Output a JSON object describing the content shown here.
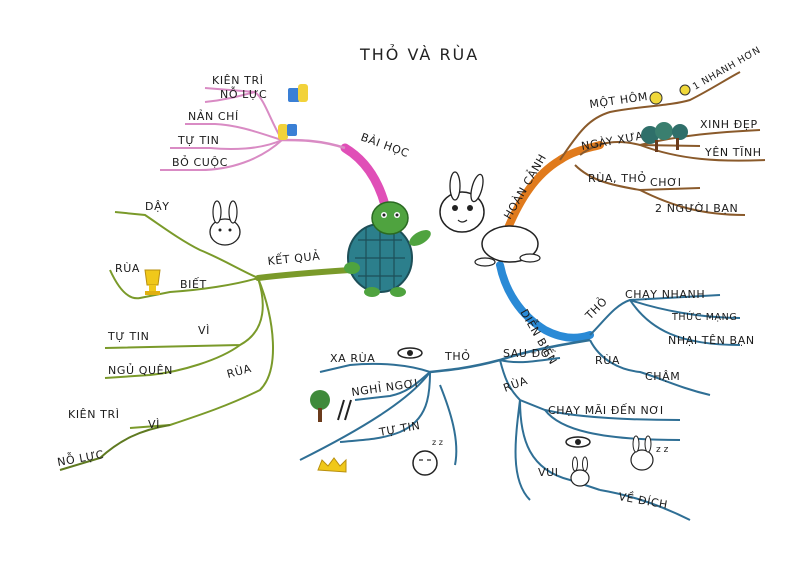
{
  "title": "THỎ VÀ RÙA",
  "colors": {
    "pink": "#d98bc4",
    "magenta": "#e04fb7",
    "orange": "#e07a1c",
    "brown": "#8a5a2b",
    "blue": "#2a8ad6",
    "teal": "#2f6f95",
    "olive": "#7a9a2a",
    "olive_dark": "#5f7a21"
  },
  "branches": {
    "bai_hoc": {
      "label": "BÀI HỌC",
      "items": [
        "KIÊN TRÌ",
        "NỖ LỰC",
        "NẢN CHÍ",
        "TỰ TIN",
        "BỎ CUỘC"
      ]
    },
    "hoan_canh": {
      "label": "HOÀN CẢNH",
      "sub1": "NGÀY XỬA",
      "sub2": "NGÀY XƯA",
      "mot_hom": "MỘT HÔM",
      "nhanh_hon": "1 NHANH HƠN",
      "xinh_dep": "XINH ĐẸP",
      "yen_tinh": "YÊN TĨNH",
      "rua_tho": "RÙA, THỎ",
      "choi": "CHƠI",
      "nguoi_ban": "2 NGƯỜI BẠN"
    },
    "dien_bien": {
      "label": "DIỄN BIẾN",
      "tho": "THỎ",
      "chay_nhanh": "CHẠY NHANH",
      "thuc_mang": "THỨC MẠNG",
      "nhai_ten_ban": "NHẠI TÊN BẠN",
      "rua": "RÙA",
      "cham": "CHẬM"
    },
    "tho_center": {
      "label": "THỎ",
      "xa_rua": "XA RÙA",
      "nghi_ngoi": "NGHỈ NGƠI",
      "tu_tin": "TỰ TIN",
      "sau_do": "SAU ĐÓ",
      "rua": "RÙA",
      "chay_mai": "CHẠY MÃI ĐẾN NƠI",
      "vui": "VUI",
      "ve_dich": "VỀ ĐÍCH"
    },
    "ket_qua": {
      "label": "KẾT QUẢ",
      "day": "DẬY",
      "rua": "RÙA",
      "biet": "BIẾT",
      "tu_tin": "TỰ TIN",
      "vi": "VÌ",
      "ngu_quen": "NGỦ QUÊN",
      "rua2": "RÙA",
      "kien_tri": "KIÊN TRÌ",
      "vi2": "VÌ",
      "no_luc": "NỖ LỰC"
    }
  },
  "icons": [
    "thumbs-up-icon",
    "thumbs-down-icon",
    "turtle-icon",
    "rabbit-icon",
    "trophy-icon",
    "crown-icon",
    "eye-icon",
    "tree-icon",
    "sleep-icon"
  ]
}
